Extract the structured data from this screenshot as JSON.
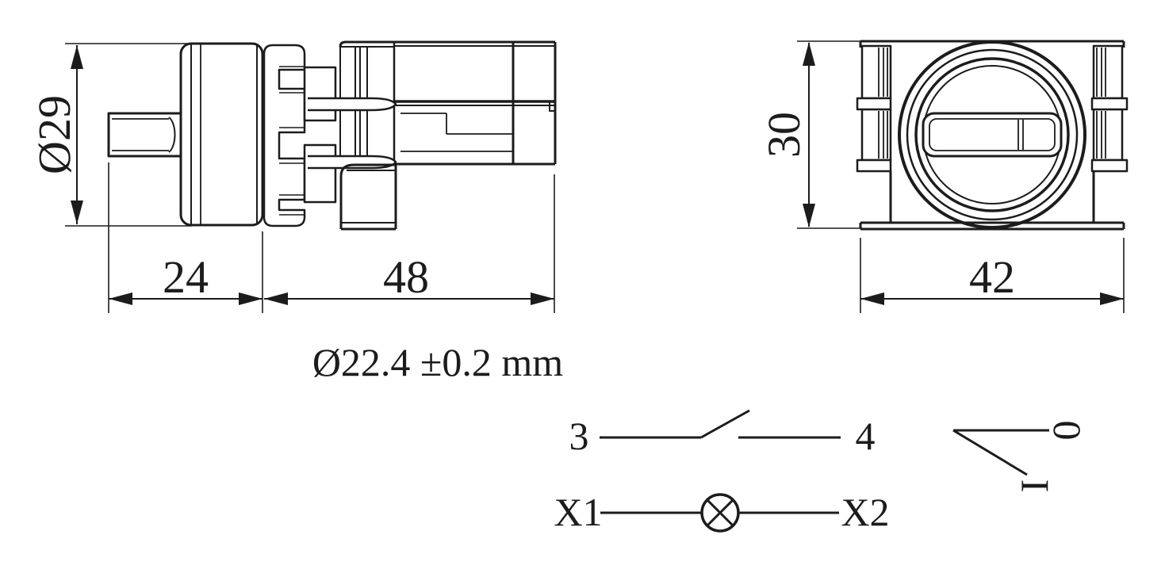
{
  "drawing": {
    "line_color": "#1c1c1c",
    "background_color": "#ffffff"
  },
  "side_view": {
    "dim_diameter": "Ø29",
    "dim_front_depth": "24",
    "dim_rear_depth": "48"
  },
  "front_view": {
    "dim_height": "30",
    "dim_width": "42"
  },
  "note": {
    "panel_cutout": "Ø22.4 ±0.2 mm"
  },
  "schematic": {
    "contact": {
      "terminal_left": "3",
      "terminal_right": "4"
    },
    "lamp": {
      "terminal_left": "X1",
      "terminal_right": "X2"
    },
    "positions": {
      "position_off": "0",
      "position_on": "I"
    }
  }
}
